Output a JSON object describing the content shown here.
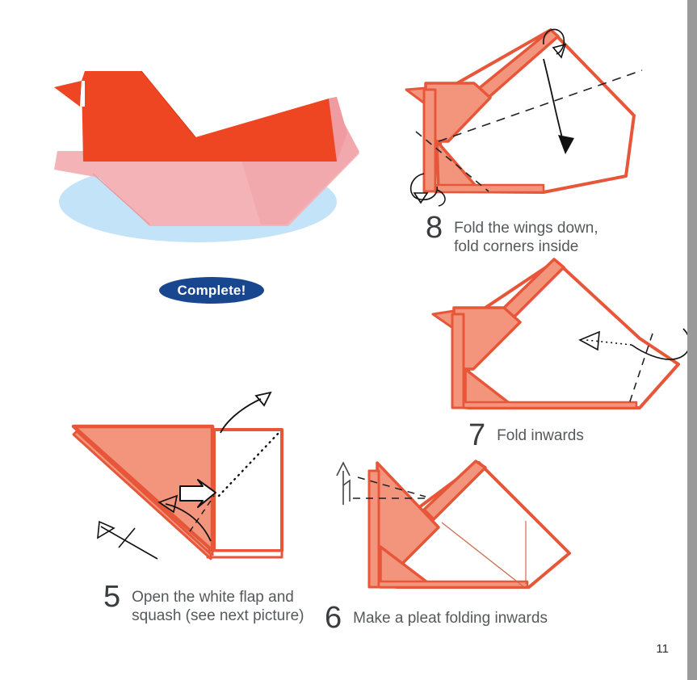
{
  "page": {
    "number": "11",
    "background": "#ffffff",
    "edge_strip_color": "#9a9a9a"
  },
  "palette": {
    "paper_orange": "#EE4522",
    "paper_pink": "#F4B3B6",
    "paper_pink_dark": "#EFA0A5",
    "salmon_fill": "#F3957C",
    "salmon_fill_dark": "#EE8062",
    "outline_orange": "#E8563A",
    "shadow_blue": "#C3E3F8",
    "badge_blue": "#18478F",
    "line_black": "#1a1a1a",
    "caption_gray": "#55595c",
    "number_gray": "#3a3d40"
  },
  "complete_figure": {
    "name": "finished-origami-bird",
    "badge_label": "Complete!"
  },
  "steps": [
    {
      "id": "step-5",
      "number": "5",
      "text": "Open the white flap and\nsquash (see next picture)",
      "figure_name": "step-5-diagram"
    },
    {
      "id": "step-6",
      "number": "6",
      "text": "Make a pleat folding inwards",
      "figure_name": "step-6-diagram"
    },
    {
      "id": "step-7",
      "number": "7",
      "text": "Fold inwards",
      "figure_name": "step-7-diagram"
    },
    {
      "id": "step-8",
      "number": "8",
      "text": "Fold the wings down,\nfold corners inside",
      "figure_name": "step-8-diagram"
    }
  ]
}
